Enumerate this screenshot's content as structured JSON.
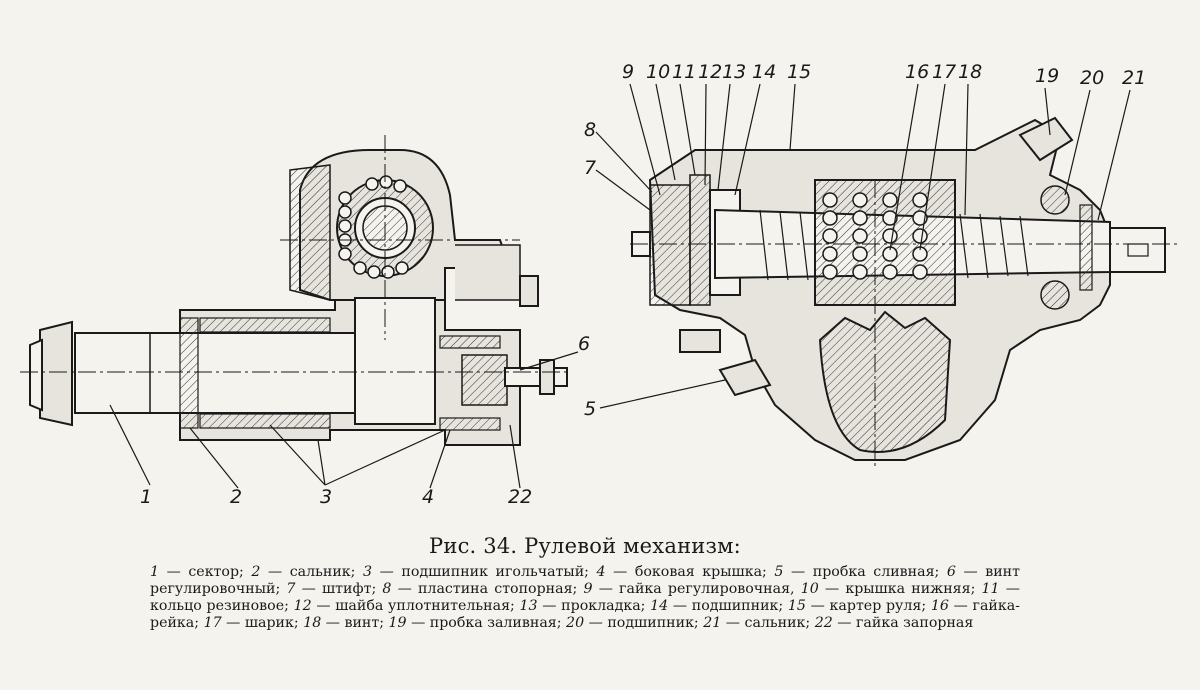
{
  "figure": {
    "callouts_left": [
      "1",
      "2",
      "3",
      "4",
      "22",
      "6"
    ],
    "callouts_right": [
      "9",
      "10",
      "11",
      "12",
      "13",
      "14",
      "15",
      "16",
      "17",
      "18",
      "19",
      "20",
      "21",
      "8",
      "7",
      "5"
    ]
  },
  "caption": {
    "title": "Рис. 34. Рулевой механизм:",
    "legend": [
      {
        "num": "1",
        "text": " — сектор; "
      },
      {
        "num": "2",
        "text": " — сальник; "
      },
      {
        "num": "3",
        "text": " — подшипник игольчатый; "
      },
      {
        "num": "4",
        "text": " — боковая крышка; "
      },
      {
        "num": "5",
        "text": " — пробка сливная; "
      },
      {
        "num": "6",
        "text": " — винт регулировочный; "
      },
      {
        "num": "7",
        "text": " — штифт; "
      },
      {
        "num": "8",
        "text": " — пластина стопорная; "
      },
      {
        "num": "9",
        "text": " — гайка регулировочная, "
      },
      {
        "num": "10",
        "text": " — крышка нижняя; "
      },
      {
        "num": "11",
        "text": " — кольцо резиновое; "
      },
      {
        "num": "12",
        "text": " — шайба уплотнительная; "
      },
      {
        "num": "13",
        "text": " — прокладка; "
      },
      {
        "num": "14",
        "text": " — подшипник; "
      },
      {
        "num": "15",
        "text": " — картер руля; "
      },
      {
        "num": "16",
        "text": " — гайка-рейка; "
      },
      {
        "num": "17",
        "text": " — шарик; "
      },
      {
        "num": "18",
        "text": " — винт; "
      },
      {
        "num": "19",
        "text": " — пробка заливная; "
      },
      {
        "num": "20",
        "text": " — подшипник; "
      },
      {
        "num": "21",
        "text": " — сальник; "
      },
      {
        "num": "22",
        "text": " — гайка запорная"
      }
    ]
  }
}
